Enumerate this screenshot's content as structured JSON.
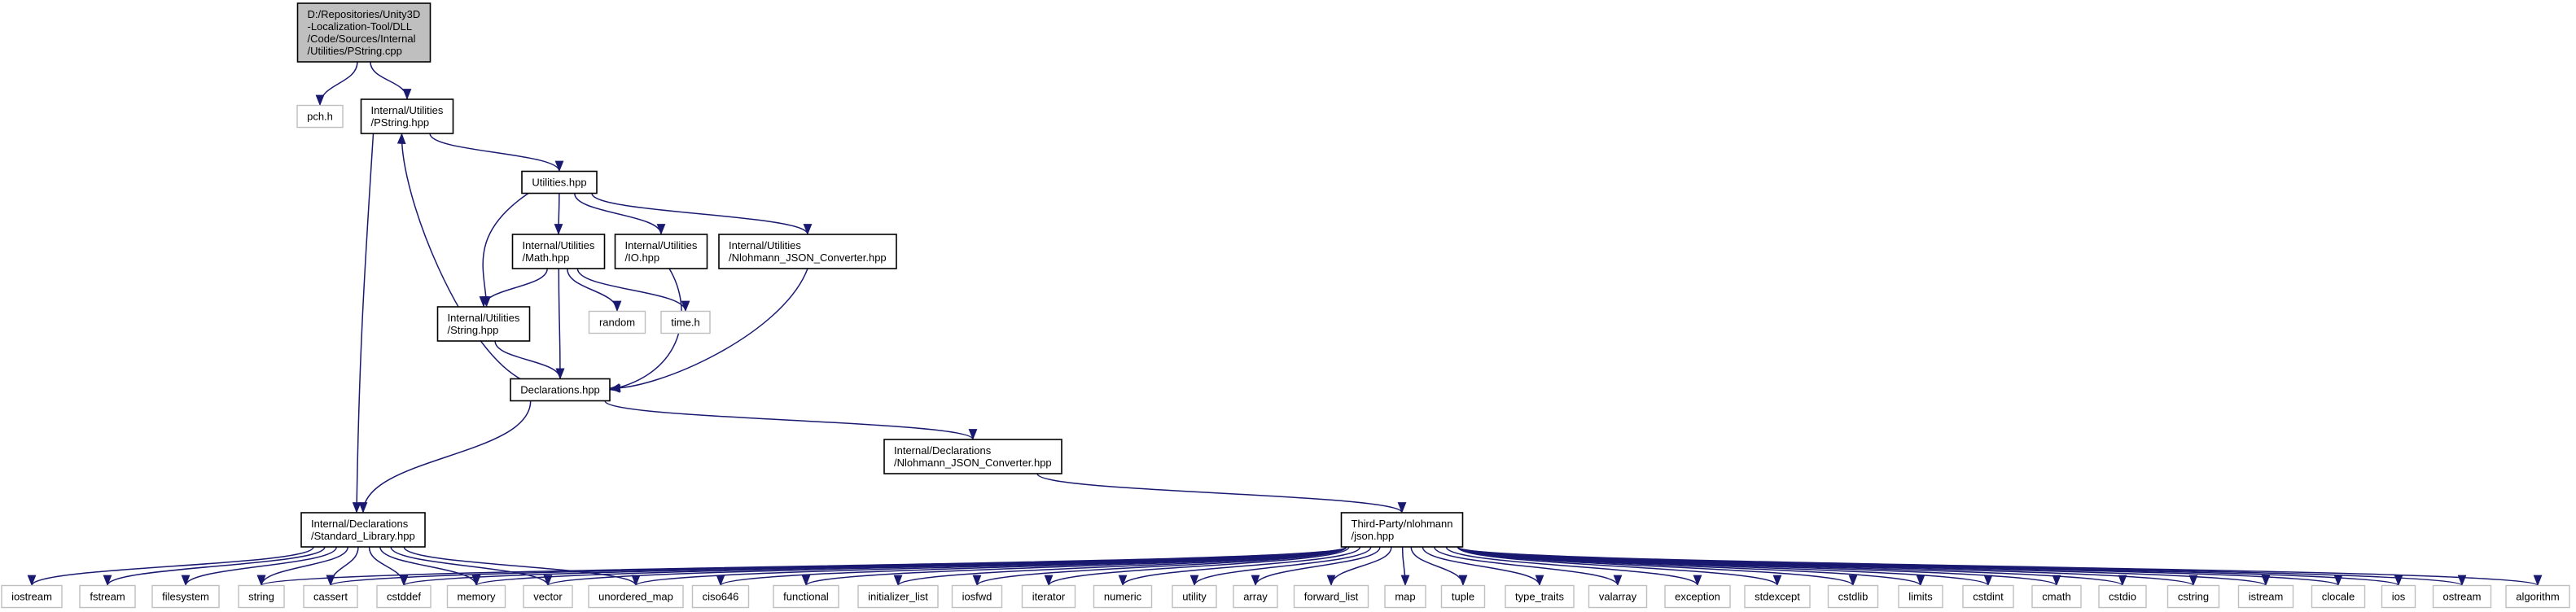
{
  "graph": {
    "edge_color": "#191970",
    "root_fill": "#bfbfbf",
    "node_border": "#000000",
    "external_border": "#bfbfbf",
    "nodes": [
      {
        "id": "root",
        "lines": [
          "D:/Repositories/Unity3D",
          "-Localization-Tool/DLL",
          "/Code/Sources/Internal",
          "/Utilities/PString.cpp"
        ],
        "kind": "root"
      },
      {
        "id": "pch",
        "lines": [
          "pch.h"
        ],
        "kind": "external"
      },
      {
        "id": "pstring",
        "lines": [
          "Internal/Utilities",
          "/PString.hpp"
        ],
        "kind": "local"
      },
      {
        "id": "utilities",
        "lines": [
          "Utilities.hpp"
        ],
        "kind": "local"
      },
      {
        "id": "math",
        "lines": [
          "Internal/Utilities",
          "/Math.hpp"
        ],
        "kind": "local"
      },
      {
        "id": "io",
        "lines": [
          "Internal/Utilities",
          "/IO.hpp"
        ],
        "kind": "local"
      },
      {
        "id": "nconv_util",
        "lines": [
          "Internal/Utilities",
          "/Nlohmann_JSON_Converter.hpp"
        ],
        "kind": "local"
      },
      {
        "id": "string",
        "lines": [
          "Internal/Utilities",
          "/String.hpp"
        ],
        "kind": "local"
      },
      {
        "id": "random",
        "lines": [
          "random"
        ],
        "kind": "external"
      },
      {
        "id": "timeh",
        "lines": [
          "time.h"
        ],
        "kind": "external"
      },
      {
        "id": "decl",
        "lines": [
          "Declarations.hpp"
        ],
        "kind": "local"
      },
      {
        "id": "nconv_decl",
        "lines": [
          "Internal/Declarations",
          "/Nlohmann_JSON_Converter.hpp"
        ],
        "kind": "local"
      },
      {
        "id": "stdlib",
        "lines": [
          "Internal/Declarations",
          "/Standard_Library.hpp"
        ],
        "kind": "local"
      },
      {
        "id": "json",
        "lines": [
          "Third-Party/nlohmann",
          "/json.hpp"
        ],
        "kind": "local"
      },
      {
        "id": "iostream",
        "lines": [
          "iostream"
        ],
        "kind": "external"
      },
      {
        "id": "fstream",
        "lines": [
          "fstream"
        ],
        "kind": "external"
      },
      {
        "id": "filesystem",
        "lines": [
          "filesystem"
        ],
        "kind": "external"
      },
      {
        "id": "std_string",
        "lines": [
          "string"
        ],
        "kind": "external"
      },
      {
        "id": "cassert",
        "lines": [
          "cassert"
        ],
        "kind": "external"
      },
      {
        "id": "cstddef",
        "lines": [
          "cstddef"
        ],
        "kind": "external"
      },
      {
        "id": "memory",
        "lines": [
          "memory"
        ],
        "kind": "external"
      },
      {
        "id": "vector",
        "lines": [
          "vector"
        ],
        "kind": "external"
      },
      {
        "id": "unordered_map",
        "lines": [
          "unordered_map"
        ],
        "kind": "external"
      },
      {
        "id": "ciso646",
        "lines": [
          "ciso646"
        ],
        "kind": "external"
      },
      {
        "id": "functional",
        "lines": [
          "functional"
        ],
        "kind": "external"
      },
      {
        "id": "initializer_list",
        "lines": [
          "initializer_list"
        ],
        "kind": "external"
      },
      {
        "id": "iosfwd",
        "lines": [
          "iosfwd"
        ],
        "kind": "external"
      },
      {
        "id": "iterator",
        "lines": [
          "iterator"
        ],
        "kind": "external"
      },
      {
        "id": "numeric",
        "lines": [
          "numeric"
        ],
        "kind": "external"
      },
      {
        "id": "utility",
        "lines": [
          "utility"
        ],
        "kind": "external"
      },
      {
        "id": "array",
        "lines": [
          "array"
        ],
        "kind": "external"
      },
      {
        "id": "forward_list",
        "lines": [
          "forward_list"
        ],
        "kind": "external"
      },
      {
        "id": "map",
        "lines": [
          "map"
        ],
        "kind": "external"
      },
      {
        "id": "tuple",
        "lines": [
          "tuple"
        ],
        "kind": "external"
      },
      {
        "id": "type_traits",
        "lines": [
          "type_traits"
        ],
        "kind": "external"
      },
      {
        "id": "valarray",
        "lines": [
          "valarray"
        ],
        "kind": "external"
      },
      {
        "id": "exception",
        "lines": [
          "exception"
        ],
        "kind": "external"
      },
      {
        "id": "stdexcept",
        "lines": [
          "stdexcept"
        ],
        "kind": "external"
      },
      {
        "id": "cstdlib",
        "lines": [
          "cstdlib"
        ],
        "kind": "external"
      },
      {
        "id": "limits",
        "lines": [
          "limits"
        ],
        "kind": "external"
      },
      {
        "id": "cstdint",
        "lines": [
          "cstdint"
        ],
        "kind": "external"
      },
      {
        "id": "cmath",
        "lines": [
          "cmath"
        ],
        "kind": "external"
      },
      {
        "id": "cstdio",
        "lines": [
          "cstdio"
        ],
        "kind": "external"
      },
      {
        "id": "cstring",
        "lines": [
          "cstring"
        ],
        "kind": "external"
      },
      {
        "id": "istream",
        "lines": [
          "istream"
        ],
        "kind": "external"
      },
      {
        "id": "clocale",
        "lines": [
          "clocale"
        ],
        "kind": "external"
      },
      {
        "id": "ios",
        "lines": [
          "ios"
        ],
        "kind": "external"
      },
      {
        "id": "ostream",
        "lines": [
          "ostream"
        ],
        "kind": "external"
      },
      {
        "id": "algorithm",
        "lines": [
          "algorithm"
        ],
        "kind": "external"
      }
    ],
    "edges": [
      [
        "root",
        "pch"
      ],
      [
        "root",
        "pstring"
      ],
      [
        "pstring",
        "utilities"
      ],
      [
        "pstring",
        "stdlib"
      ],
      [
        "utilities",
        "string"
      ],
      [
        "utilities",
        "math"
      ],
      [
        "utilities",
        "io"
      ],
      [
        "utilities",
        "nconv_util"
      ],
      [
        "math",
        "string"
      ],
      [
        "math",
        "random"
      ],
      [
        "math",
        "timeh"
      ],
      [
        "math",
        "decl"
      ],
      [
        "string",
        "decl"
      ],
      [
        "io",
        "decl"
      ],
      [
        "nconv_util",
        "decl"
      ],
      [
        "decl",
        "pstring"
      ],
      [
        "decl",
        "stdlib"
      ],
      [
        "decl",
        "nconv_decl"
      ],
      [
        "nconv_decl",
        "json"
      ],
      [
        "stdlib",
        "iostream"
      ],
      [
        "stdlib",
        "fstream"
      ],
      [
        "stdlib",
        "filesystem"
      ],
      [
        "stdlib",
        "std_string"
      ],
      [
        "stdlib",
        "cassert"
      ],
      [
        "stdlib",
        "cstddef"
      ],
      [
        "stdlib",
        "memory"
      ],
      [
        "stdlib",
        "vector"
      ],
      [
        "stdlib",
        "unordered_map"
      ],
      [
        "json",
        "std_string"
      ],
      [
        "json",
        "cassert"
      ],
      [
        "json",
        "cstddef"
      ],
      [
        "json",
        "memory"
      ],
      [
        "json",
        "vector"
      ],
      [
        "json",
        "unordered_map"
      ],
      [
        "json",
        "ciso646"
      ],
      [
        "json",
        "functional"
      ],
      [
        "json",
        "initializer_list"
      ],
      [
        "json",
        "iosfwd"
      ],
      [
        "json",
        "iterator"
      ],
      [
        "json",
        "numeric"
      ],
      [
        "json",
        "utility"
      ],
      [
        "json",
        "array"
      ],
      [
        "json",
        "forward_list"
      ],
      [
        "json",
        "map"
      ],
      [
        "json",
        "tuple"
      ],
      [
        "json",
        "type_traits"
      ],
      [
        "json",
        "valarray"
      ],
      [
        "json",
        "exception"
      ],
      [
        "json",
        "stdexcept"
      ],
      [
        "json",
        "cstdlib"
      ],
      [
        "json",
        "limits"
      ],
      [
        "json",
        "cstdint"
      ],
      [
        "json",
        "cmath"
      ],
      [
        "json",
        "cstdio"
      ],
      [
        "json",
        "cstring"
      ],
      [
        "json",
        "istream"
      ],
      [
        "json",
        "clocale"
      ],
      [
        "json",
        "ios"
      ],
      [
        "json",
        "ostream"
      ],
      [
        "json",
        "algorithm"
      ]
    ]
  }
}
